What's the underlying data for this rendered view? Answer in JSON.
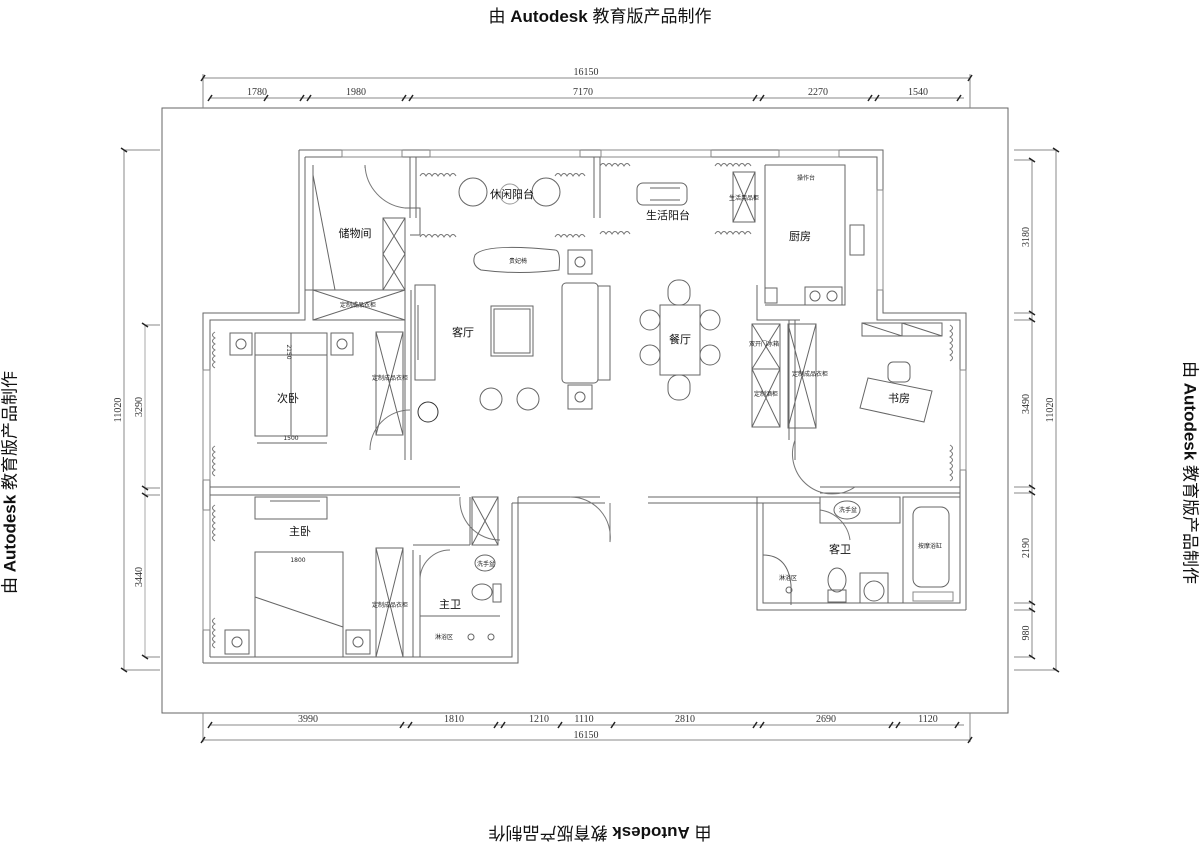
{
  "watermark": {
    "prefix": "由 ",
    "brand": "Autodesk",
    "suffix": " 教育版产品制作"
  },
  "dimensions": {
    "top": {
      "total": "16150",
      "segments": [
        "1780",
        "1980",
        "7170",
        "2270",
        "1540"
      ]
    },
    "bottom": {
      "total": "16150",
      "segments": [
        "3990",
        "1810",
        "1210",
        "1110",
        "2810",
        "2690",
        "1120"
      ]
    },
    "left": {
      "total": "11020",
      "segments": [
        "3290",
        "3440"
      ]
    },
    "right": {
      "total": "11020",
      "segments": [
        "3180",
        "3490",
        "2190",
        "980"
      ]
    }
  },
  "rooms": {
    "leisure_balcony": "休闲阳台",
    "service_balcony": "生活阳台",
    "storage": "储物间",
    "kitchen": "厨房",
    "living_room": "客厅",
    "dining_room": "餐厅",
    "second_bedroom": "次卧",
    "study": "书房",
    "master_bedroom": "主卧",
    "master_bath": "主卫",
    "guest_bath": "客卫"
  },
  "labels": {
    "chaise": "贵妃椅",
    "wardrobe": "定制成品衣柜",
    "counter": "操作台",
    "utility_cabinet": "生活用品柜",
    "fridge": "双开门冰箱",
    "wine_cabinet": "定制酒柜",
    "washbasin": "洗手盆",
    "shower_area": "淋浴区",
    "massage_tub": "按摩浴缸",
    "bed_width_2nd": "1500",
    "bed_length_2nd": "2150",
    "bed_width_master": "1800"
  }
}
